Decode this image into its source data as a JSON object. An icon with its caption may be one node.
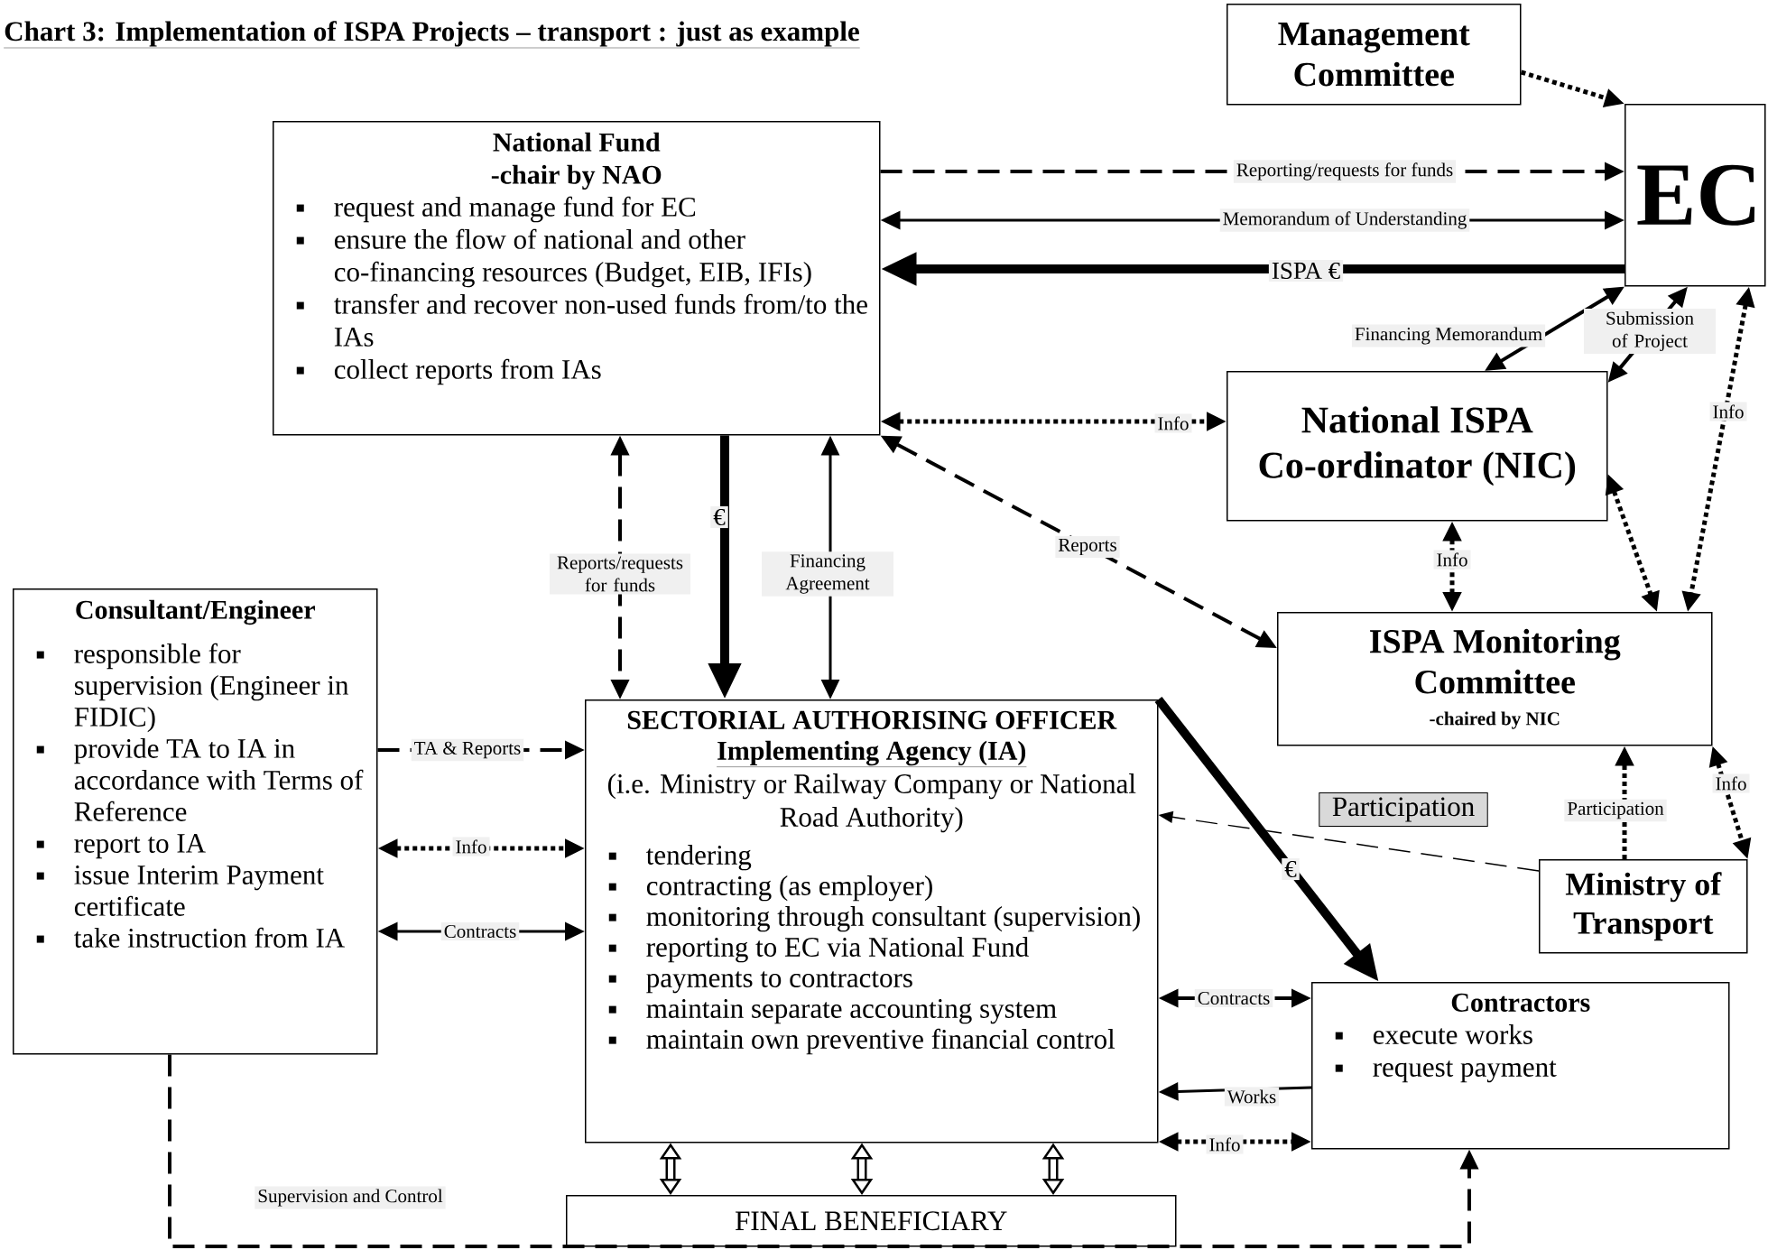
{
  "diagram": {
    "title": "Chart 3: Implementation of ISPA Projects – transport : just as example",
    "nodes": [
      {
        "text": [
          "Management Committee"
        ]
      },
      {
        "text": [
          "EC"
        ]
      },
      {
        "text": [
          "National Fund",
          "-chair by NAO",
          "request and manage fund for EC",
          "ensure the flow of national and other co-financing resources (Budget, EIB, IFIs)",
          "transfer and recover non-used funds from/to the IAs",
          "collect reports from IAs"
        ]
      },
      {
        "text": [
          "National ISPA Co-ordinator (NIC)"
        ]
      },
      {
        "text": [
          "ISPA Monitoring Committee",
          "-chaired by NIC"
        ]
      },
      {
        "text": [
          "Consultant/Engineer",
          "responsible for supervision (Engineer in FIDIC)",
          "provide TA to IA in accordance with Terms of Reference",
          "report to IA",
          "issue Interim Payment certificate",
          "take instruction from IA"
        ]
      },
      {
        "text": [
          "SECTORIAL AUTHORISING OFFICER",
          "Implementing Agency (IA)",
          "(i.e. Ministry or Railway Company or National Road Authority)",
          "tendering",
          "contracting (as employer)",
          "monitoring through consultant (supervision)",
          "reporting to EC via National Fund",
          "payments to contractors",
          "maintain separate accounting system",
          "maintain own preventive financial control"
        ]
      },
      {
        "text": [
          "Ministry of Transport"
        ]
      },
      {
        "text": [
          "Contractors",
          "execute works",
          "request payment"
        ]
      },
      {
        "text": [
          "FINAL BENEFICIARY"
        ]
      }
    ],
    "edges": [
      {
        "from": 2,
        "to": 1,
        "arrow": "to",
        "label": "Reporting/requests for funds",
        "style": "dashed"
      },
      {
        "from": 2,
        "to": 1,
        "arrow": "both",
        "label": "Memorandum of Understanding"
      },
      {
        "from": 1,
        "to": 2,
        "arrow": "to",
        "label": "ISPA €",
        "style": "thick"
      },
      {
        "from": 0,
        "to": 1,
        "arrow": "to",
        "style": "dashed"
      },
      {
        "from": 3,
        "to": 1,
        "arrow": "both",
        "label": "Financing Memorandum"
      },
      {
        "from": 1,
        "to": 3,
        "arrow": "both",
        "label": "Submission of Project"
      },
      {
        "from": 1,
        "to": 4,
        "arrow": "both",
        "label": "Info",
        "style": "dashed"
      },
      {
        "from": 2,
        "to": 3,
        "arrow": "both",
        "label": "Info",
        "style": "dashed"
      },
      {
        "from": 3,
        "to": 4,
        "arrow": "both",
        "label": "Info",
        "style": "dashed"
      },
      {
        "from": 3,
        "to": 4,
        "arrow": "both",
        "style": "dashed"
      },
      {
        "from": 4,
        "to": 2,
        "arrow": "both",
        "label": "Reports",
        "style": "dashed"
      },
      {
        "from": 2,
        "to": 6,
        "arrow": "both",
        "label": "Reports/requests for funds",
        "style": "dashed"
      },
      {
        "from": 2,
        "to": 6,
        "arrow": "to",
        "label": "€",
        "style": "thick"
      },
      {
        "from": 2,
        "to": 6,
        "arrow": "both",
        "label": "Financing Agreement"
      },
      {
        "from": 5,
        "to": 6,
        "arrow": "to",
        "label": "TA & Reports",
        "style": "dashed"
      },
      {
        "from": 5,
        "to": 6,
        "arrow": "both",
        "label": "Info",
        "style": "dashed"
      },
      {
        "from": 5,
        "to": 6,
        "arrow": "both",
        "label": "Contracts"
      },
      {
        "from": 6,
        "to": 8,
        "arrow": "to",
        "label": "€",
        "style": "thick"
      },
      {
        "from": 7,
        "to": 4,
        "arrow": "to",
        "label": "Participation",
        "style": "dashed"
      },
      {
        "from": 4,
        "to": 7,
        "arrow": "both",
        "label": "Info",
        "style": "dashed"
      },
      {
        "from": 7,
        "to": 6,
        "arrow": "to",
        "label": "Participation",
        "style": "dashed"
      },
      {
        "from": 6,
        "to": 8,
        "arrow": "both",
        "label": "Contracts",
        "style": "dashed"
      },
      {
        "from": 8,
        "to": 6,
        "arrow": "to",
        "label": "Works"
      },
      {
        "from": 6,
        "to": 8,
        "arrow": "both",
        "label": "Info",
        "style": "dashed"
      },
      {
        "from": 6,
        "to": 9,
        "arrow": "both",
        "style": "thick"
      },
      {
        "from": 6,
        "to": 9,
        "arrow": "both",
        "style": "thick"
      },
      {
        "from": 6,
        "to": 9,
        "arrow": "both",
        "style": "thick"
      },
      {
        "from": 5,
        "to": 8,
        "arrow": "to",
        "label": "Supervision and Control",
        "style": "dashed"
      }
    ]
  }
}
